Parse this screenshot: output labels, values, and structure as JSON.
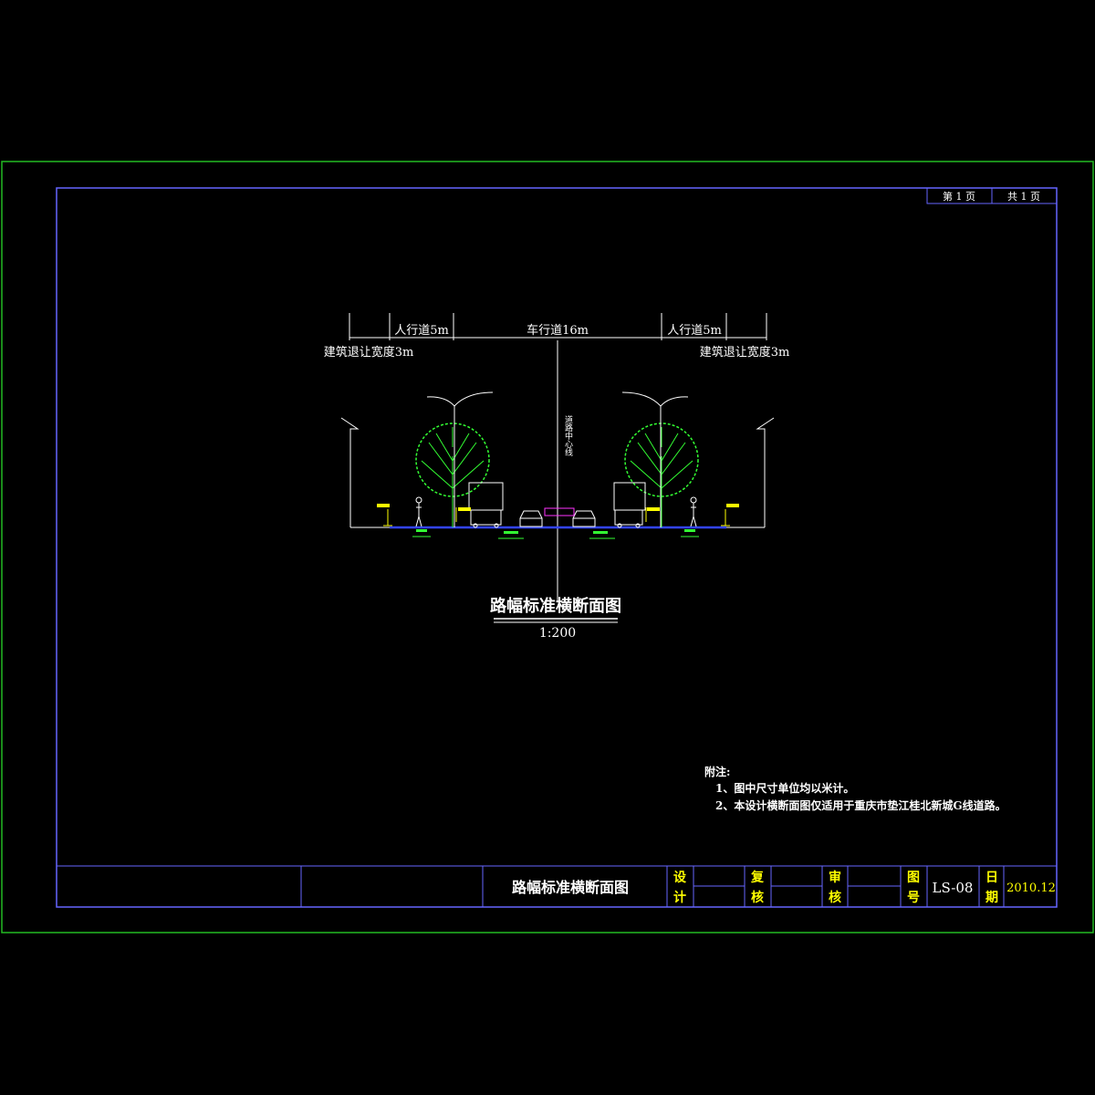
{
  "sheet": {
    "page_no": "第 1 页",
    "page_total": "共 1 页"
  },
  "dims": {
    "walk_left": "人行道5m",
    "carriageway": "车行道16m",
    "walk_right": "人行道5m",
    "setback_left": "建筑退让宽度3m",
    "setback_right": "建筑退让宽度3m",
    "centerline": "道路中心线"
  },
  "drawing": {
    "title": "路幅标准横断面图",
    "scale": "1:200"
  },
  "notes": {
    "heading": "附注:",
    "items": [
      "1、图中尺寸单位均以米计。",
      "2、本设计横断面图仅适用于重庆市垫江桂北新城G线道路。"
    ]
  },
  "title_block": {
    "name": "路幅标准横断面图",
    "design": [
      "设",
      "计"
    ],
    "review": [
      "复",
      "核"
    ],
    "audit": [
      "审",
      "核"
    ],
    "drawing_no_label": [
      "图",
      "号"
    ],
    "drawing_no": "LS-08",
    "date_label": [
      "日",
      "期"
    ],
    "date": "2010.12"
  },
  "colors": {
    "frame_outer": "#22bb22",
    "frame_inner": "#6666ff",
    "tree": "#33ff33",
    "accent": "#ffff00",
    "center_tag": "#ff33ff"
  }
}
